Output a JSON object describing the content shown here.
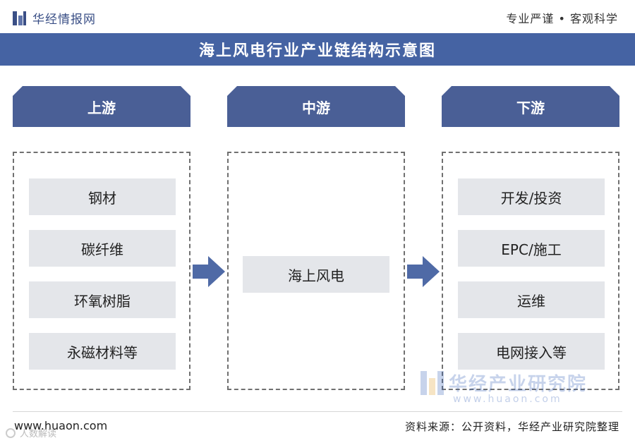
{
  "header": {
    "logo_text": "华经情报网",
    "slogan": "专业严谨 • 客观科学"
  },
  "title": "海上风电行业产业链结构示意图",
  "columns": [
    {
      "label": "上游",
      "items": [
        "钢材",
        "碳纤维",
        "环氧树脂",
        "永磁材料等"
      ]
    },
    {
      "label": "中游",
      "items": [
        "海上风电"
      ]
    },
    {
      "label": "下游",
      "items": [
        "开发/投资",
        "EPC/施工",
        "运维",
        "电网接入等"
      ]
    }
  ],
  "watermark": {
    "name": "华经产业研究院",
    "url": "www.huaon.com"
  },
  "footer": {
    "url": "www.huaon.com",
    "source": "资料来源：公开资料，华经产业研究院整理"
  },
  "corner_watermark": "人数解读",
  "colors": {
    "title_band": "#4563a3",
    "header_tab": "#4a5f96",
    "item_bg": "#e4e6ea",
    "arrow": "#4f6aa6"
  }
}
